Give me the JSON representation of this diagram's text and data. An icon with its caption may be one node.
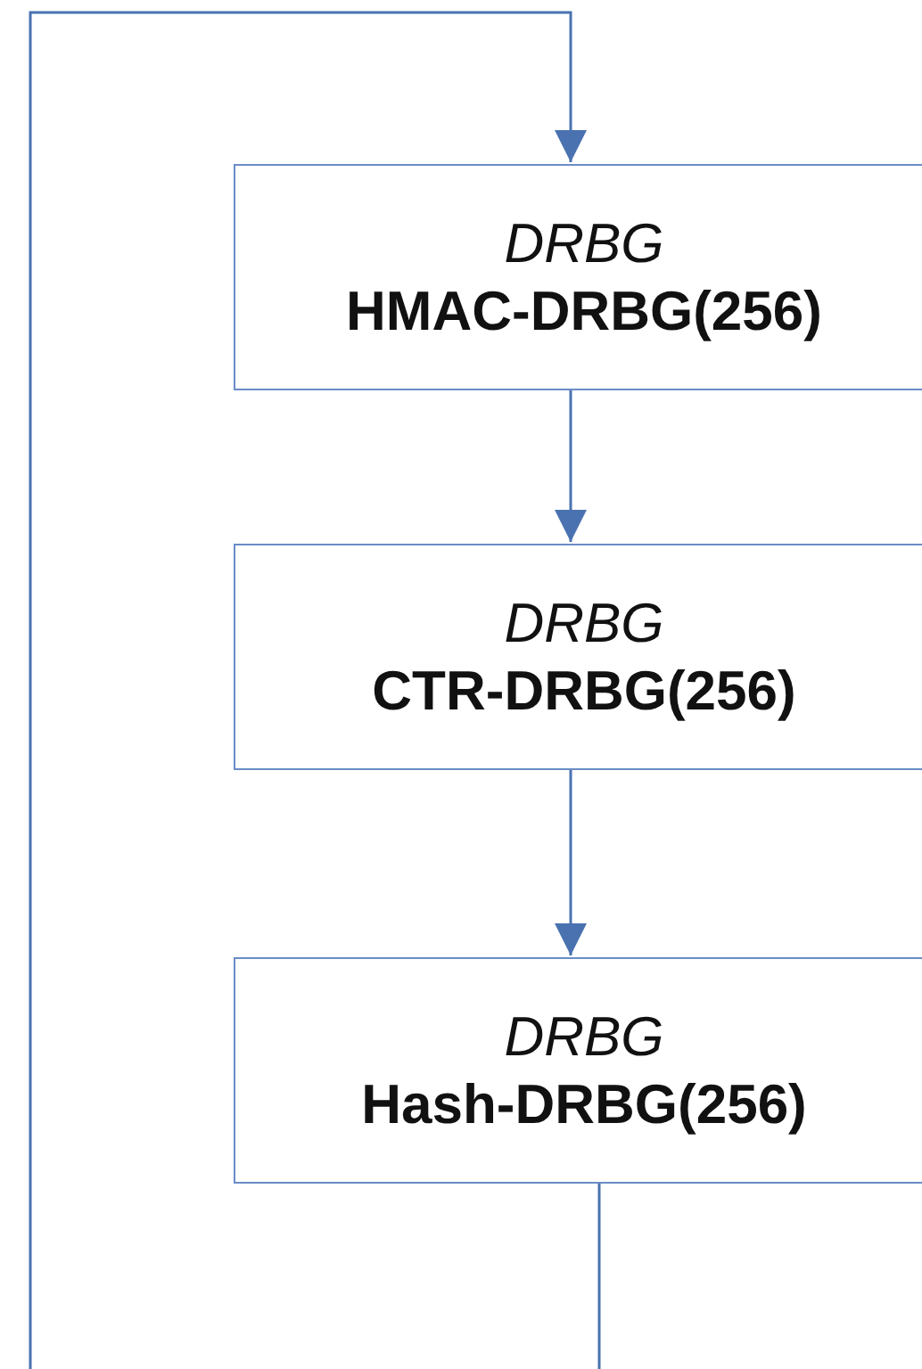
{
  "diagram": {
    "nodes": [
      {
        "text": [
          "DRBG",
          "HMAC-DRBG(256)"
        ]
      },
      {
        "text": [
          "DRBG",
          "CTR-DRBG(256)"
        ]
      },
      {
        "text": [
          "DRBG",
          "Hash-DRBG(256)"
        ]
      }
    ],
    "edges": [
      {
        "from": 0,
        "to": 1,
        "arrow": "to"
      },
      {
        "from": 1,
        "to": 2,
        "arrow": "to"
      },
      {
        "from": 2,
        "to": null,
        "arrow": "none"
      },
      {
        "from": null,
        "to": 0,
        "arrow": "to"
      }
    ]
  }
}
